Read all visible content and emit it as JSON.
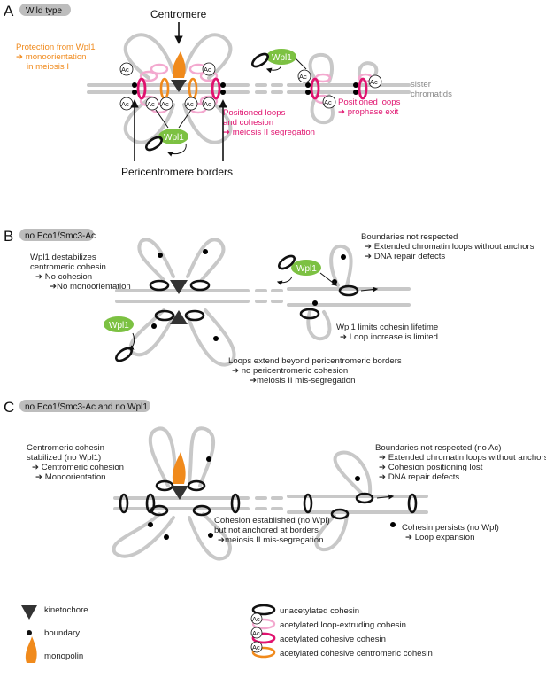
{
  "panels": {
    "a": {
      "letter": "A",
      "pill": "Wild type",
      "centromere": "Centromere",
      "protection_line1": "Protection from Wpl1",
      "protection_line2": "➔ monoorientation",
      "protection_line3": "in meiosis I",
      "positioned_loops_line1": "Positioned loops",
      "positioned_loops_line2": "and cohesion",
      "positioned_loops_line3": "➔ meiosis II segregation",
      "prophase_line1": "Positioned loops",
      "prophase_line2": "➔ prophase exit",
      "sister_line1": "sister",
      "sister_line2": "chromatids",
      "pericentromere_borders": "Pericentromere borders",
      "wpl1": "Wpl1",
      "ac": "Ac"
    },
    "b": {
      "letter": "B",
      "pill": "no Eco1/Smc3-Ac",
      "wpl_destab_1": "Wpl1 destabilizes",
      "wpl_destab_2": "centromeric cohesin",
      "wpl_destab_3": "➔ No cohesion",
      "wpl_destab_4": "➔No monoorientation",
      "boundaries_1": "Boundaries not respected",
      "boundaries_2": "➔ Extended chromatin loops without anchors",
      "boundaries_3": "➔ DNA repair defects",
      "lifetime_1": "Wpl1 limits cohesin lifetime",
      "lifetime_2": "➔ Loop increase is limited",
      "loops_1": "Loops extend beyond pericentromeric borders",
      "loops_2": "➔ no pericentromeric cohesion",
      "loops_3": "➔meiosis II mis-segregation",
      "wpl1": "Wpl1"
    },
    "c": {
      "letter": "C",
      "pill": "no Eco1/Smc3-Ac and no Wpl1",
      "centro_1": "Centromeric cohesin",
      "centro_2": "stabilized (no Wpl1)",
      "centro_3": "➔ Centromeric cohesion",
      "centro_4": "➔ Monoorientation",
      "boundaries_1": "Boundaries not respected (no Ac)",
      "boundaries_2": "➔ Extended chromatin loops without anchors",
      "boundaries_3": "➔ Cohesion positioning lost",
      "boundaries_4": "➔ DNA repair defects",
      "established_1": "Cohesion established (no Wpl)",
      "established_2": "but not anchored at borders",
      "established_3": "➔meiosis II mis-segregation",
      "persists_1": "Cohesin persists (no Wpl)",
      "persists_2": "➔ Loop expansion"
    }
  },
  "legend": {
    "kinetochore": "kinetochore",
    "boundary": "boundary",
    "monopolin": "monopolin",
    "unacetylated": "unacetylated cohesin",
    "loop_extruding": "acetylated loop-extruding cohesin",
    "cohesive": "acetylated cohesive cohesin",
    "centromeric": "acetylated cohesive centromeric cohesin",
    "ac": "Ac"
  },
  "colors": {
    "chromatin": "#c8c8c8",
    "wpl1": "#7cc142",
    "loop_extruding": "#f3a9cf",
    "cohesive": "#e0136f",
    "centromeric": "#f08a1c",
    "unacetylated": "#111111"
  }
}
